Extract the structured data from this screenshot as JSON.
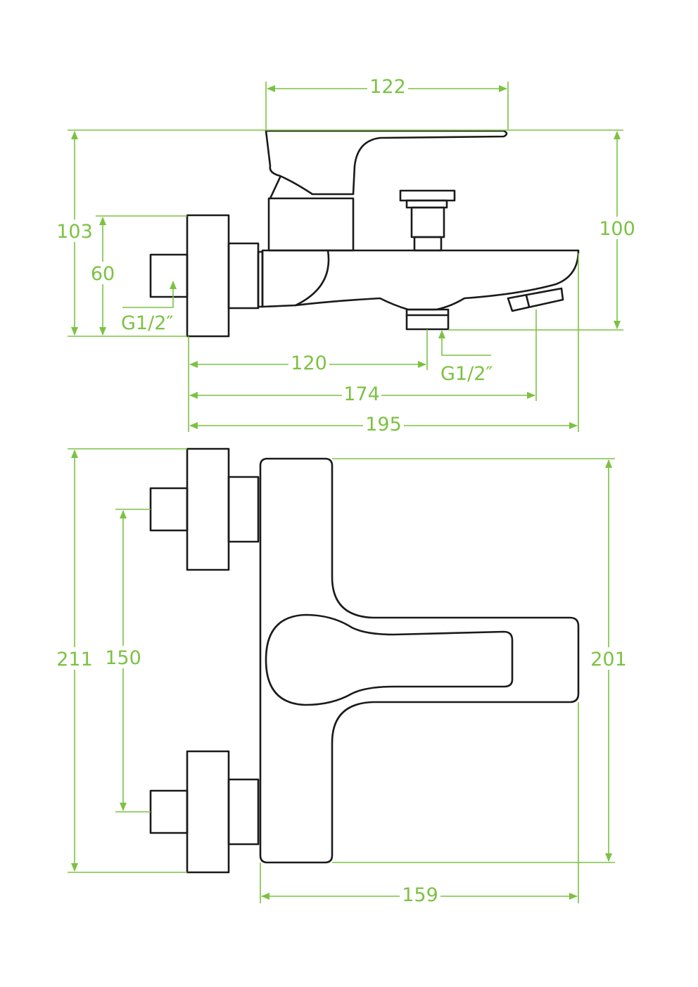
{
  "colors": {
    "dimension": "#7cc242",
    "outline": "#1a1a1a",
    "background": "#ffffff"
  },
  "side_view": {
    "dims": {
      "top_width": "122",
      "total_height_left": "103",
      "total_height_right": "100",
      "inlet_height": "60",
      "inlet_thread": "G1/2″",
      "outlet_thread": "G1/2″",
      "to_outlet": "120",
      "to_spout_tip": "174",
      "total_depth": "195"
    }
  },
  "front_view": {
    "dims": {
      "total_width_outer": "211",
      "inlet_spacing": "150",
      "body_width": "201",
      "body_depth": "159"
    }
  }
}
